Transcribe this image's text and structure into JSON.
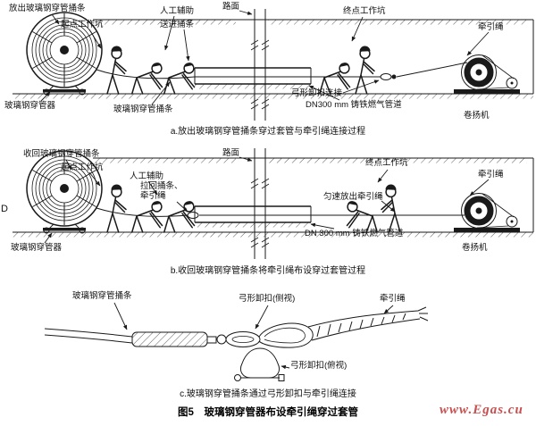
{
  "page": {
    "bg": "#ffffff",
    "ink": "#1a1a1a",
    "watermark_color": "#c94f4f"
  },
  "panel_a": {
    "caption": "a.放出玻璃钢穿管捅条穿过套管与牵引绳连接过程",
    "labels": {
      "release_rod": "放出玻璃钢穿管捅条",
      "manual_assist": "人工辅助",
      "road": "路面",
      "start_pit": "起点工作坑",
      "feed_rod": "送进捅条",
      "end_pit": "终点工作坑",
      "traction_rope": "牵引绳",
      "duct_rodder": "玻璃钢穿管器",
      "rod": "玻璃钢穿管捅条",
      "shackle_connect": "弓形卸扣连接",
      "pipeline": "DN300 mm 铸铁燃气管道",
      "winch": "卷扬机"
    }
  },
  "panel_b": {
    "caption": "b.收回玻璃钢穿管捅条将牵引绳布设穿过套管过程",
    "labels": {
      "retract_rod": "收回玻璃钢穿管捅条",
      "start_pit": "起点工作坑",
      "manual_assist": "人工辅助",
      "road": "路面",
      "pull_back_line1": "拉回捅条、",
      "pull_back_line2": "牵引绳",
      "uniform_release": "匀速放出牵引绳",
      "end_pit": "终点工作坑",
      "traction_rope": "牵引绳",
      "duct_rodder": "玻璃钢穿管器",
      "pipeline": "DN 300 mm 铸铁燃气管道",
      "winch": "卷扬机",
      "stray_letter": "D"
    }
  },
  "panel_c": {
    "caption": "c.玻璃钢穿管捅条通过弓形卸扣与牵引绳连接",
    "labels": {
      "rod": "玻璃钢穿管捅条",
      "shackle_side": "弓形卸扣(侧视)",
      "traction_rope": "牵引绳",
      "shackle_top": "弓形卸扣(俯视)"
    }
  },
  "footer": {
    "figure_title": "图5　玻璃钢穿管器布设牵引绳穿过套管",
    "watermark": "www.Egas.cu"
  }
}
